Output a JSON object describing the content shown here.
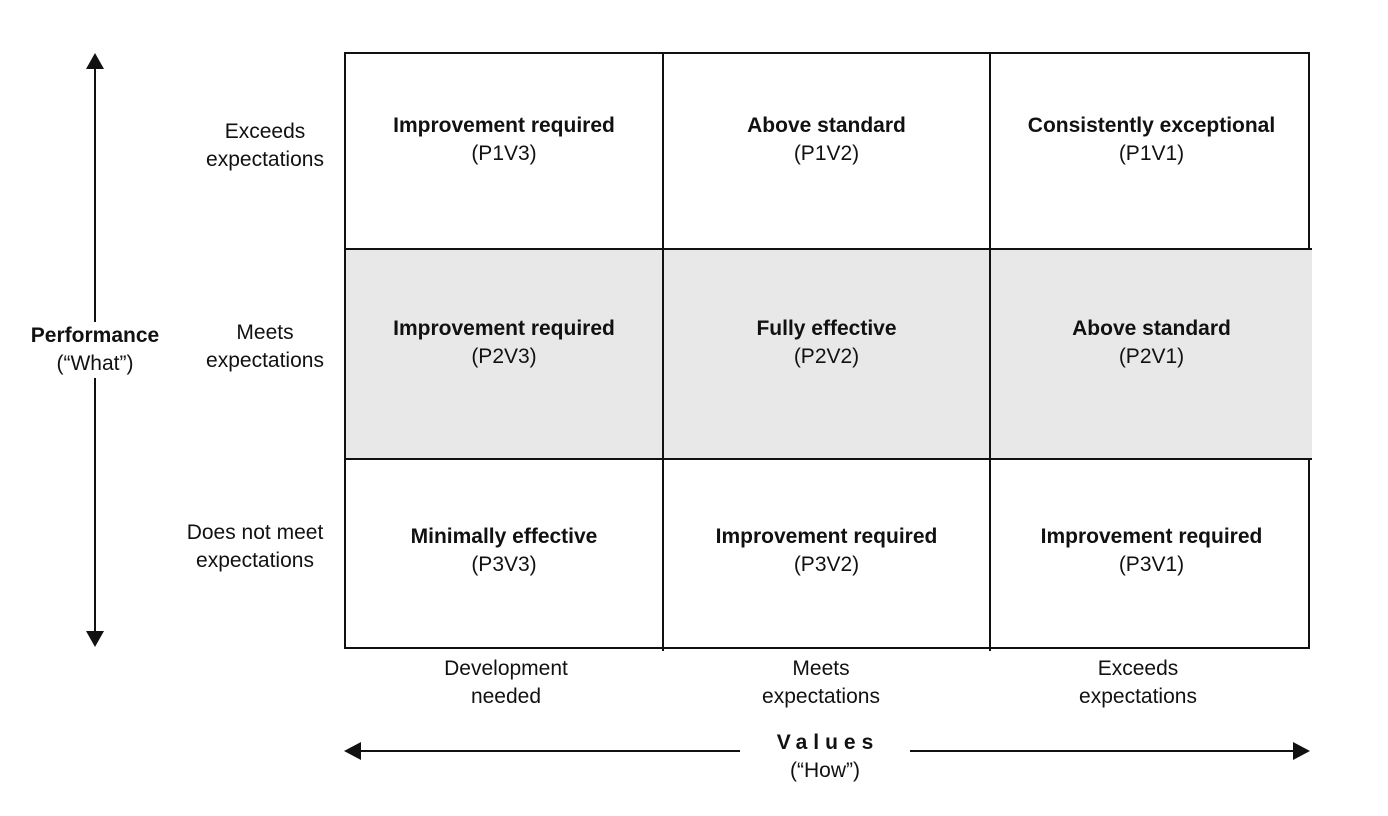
{
  "y_axis": {
    "title": "Performance",
    "subtitle": "(“What”)",
    "row_labels": [
      [
        "Exceeds",
        "expectations"
      ],
      [
        "Meets",
        "expectations"
      ],
      [
        "Does not meet",
        "expectations"
      ]
    ]
  },
  "x_axis": {
    "title": "Values",
    "subtitle": "(“How”)",
    "column_labels": [
      [
        "Development",
        "needed"
      ],
      [
        "Meets",
        "expectations"
      ],
      [
        "Exceeds",
        "expectations"
      ]
    ]
  },
  "grid": {
    "rows": [
      [
        {
          "rating": "Improvement required",
          "code": "(P1V3)"
        },
        {
          "rating": "Above standard",
          "code": "(P1V2)"
        },
        {
          "rating": "Consistently exceptional",
          "code": "(P1V1)"
        }
      ],
      [
        {
          "rating": "Improvement required",
          "code": "(P2V3)"
        },
        {
          "rating": "Fully effective",
          "code": "(P2V2)"
        },
        {
          "rating": "Above standard",
          "code": "(P2V1)"
        }
      ],
      [
        {
          "rating": "Minimally effective",
          "code": "(P3V3)"
        },
        {
          "rating": "Improvement required",
          "code": "(P3V2)"
        },
        {
          "rating": "Improvement required",
          "code": "(P3V1)"
        }
      ]
    ],
    "shaded_row_color": "#e8e8e8",
    "line_color": "#111111"
  }
}
